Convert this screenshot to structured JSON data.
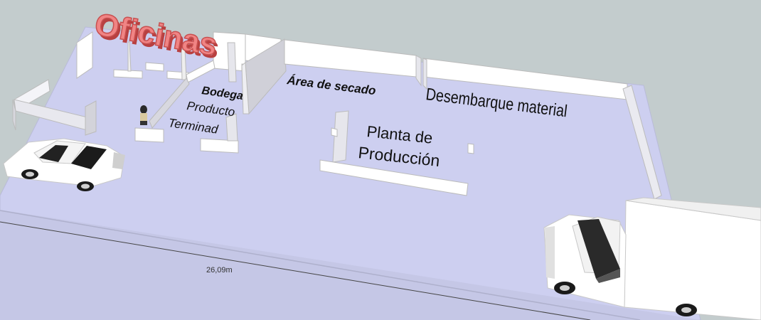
{
  "scene": {
    "colors": {
      "background": "#c3cccd",
      "floor": "#cdcff0",
      "floor_edge": "#b9bbd8",
      "wall_top": "#ffffff",
      "wall_side": "#e8e8ee",
      "wall_shadow": "#8f8f9a",
      "sign": "#e86a6a",
      "sign_edge": "#b84040",
      "dimension_line": "#444444"
    },
    "labels": {
      "oficinas": "Oficinas",
      "bodega_1": "Bodega",
      "bodega_2": "Producto",
      "bodega_3": "Terminad",
      "area_secado": "Área de secado",
      "desembarque": "Desembarque material",
      "planta_1": "Planta de",
      "planta_2": "Producción"
    },
    "dimension": {
      "text": "26,09m"
    },
    "objects": {
      "car": "car-model",
      "truck": "truck-model",
      "person": "person-figure"
    }
  }
}
